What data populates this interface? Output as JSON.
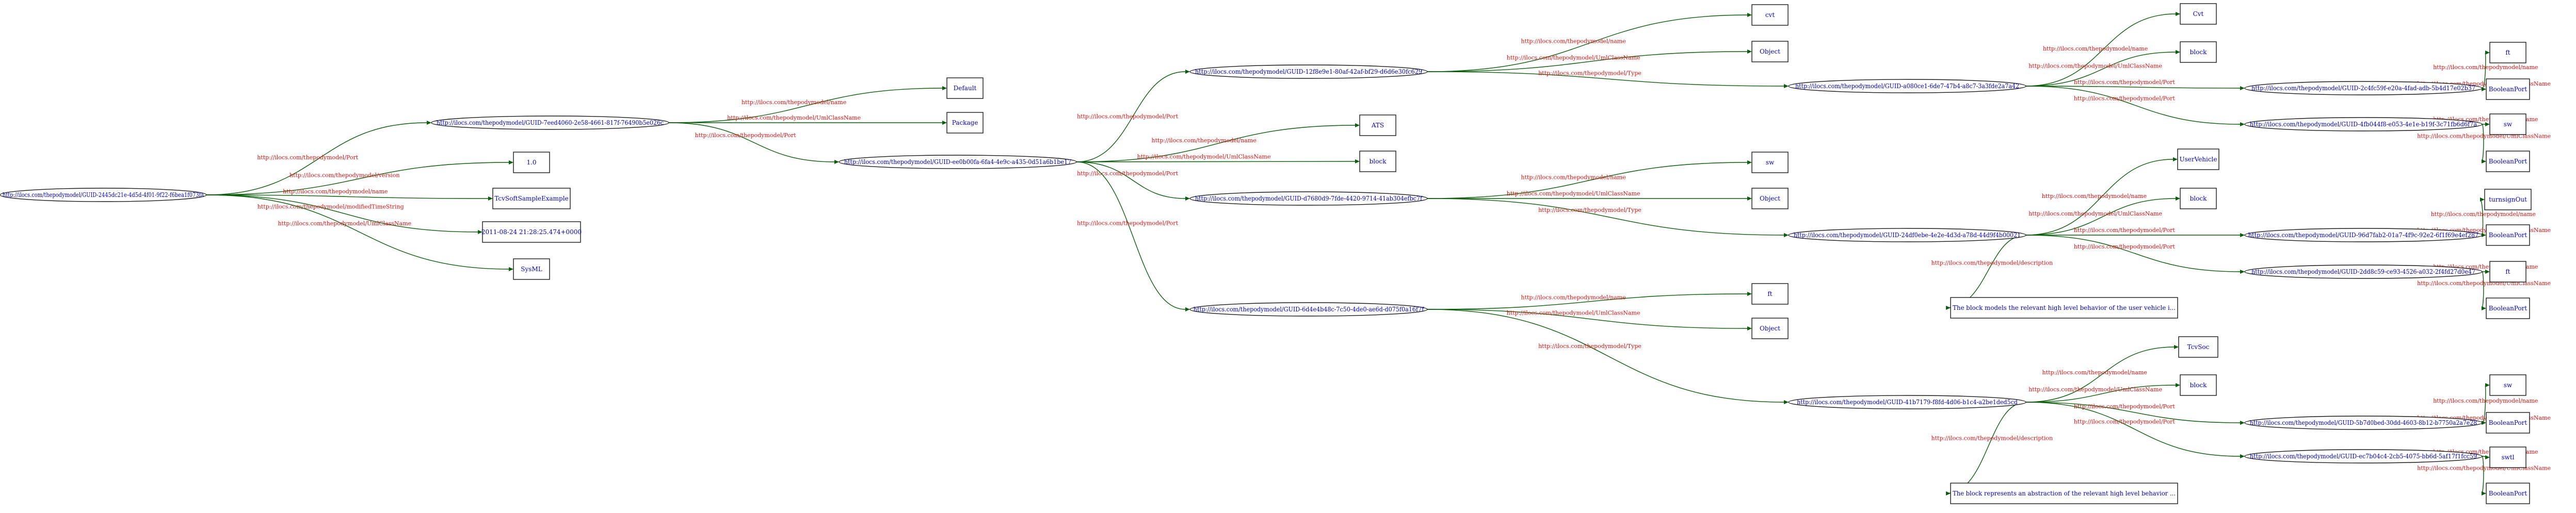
{
  "nodes": {
    "n0": {
      "text": "http://ilocs.com/thepodymodel/GUID-2445dc21e-4d5d-4f01-9f22-f6bea1f073fa",
      "shape": "ellipse"
    },
    "n1": {
      "text": "http://ilocs.com/thepodymodel/GUID-7eed4060-2e58-4661-817f-76490b5e026c",
      "shape": "ellipse"
    },
    "n2": {
      "text": "Default",
      "shape": "box"
    },
    "n3": {
      "text": "Package",
      "shape": "box"
    },
    "n4": {
      "text": "1.0",
      "shape": "box"
    },
    "n5": {
      "text": "TcvSoftSampleExample",
      "shape": "box"
    },
    "n6": {
      "text": "2011-08-24 21:28:25.474+0000",
      "shape": "box"
    },
    "n7": {
      "text": "SysML",
      "shape": "box"
    },
    "n8": {
      "text": "http://ilocs.com/thepodymodel/GUID-ee0b00fa-6fa4-4e9c-a435-0d51a6b1be17",
      "shape": "ellipse"
    },
    "n9": {
      "text": "http://ilocs.com/thepodymodel/GUID-12f8e9e1-80af-42af-bf29-d6d6e30fc629",
      "shape": "ellipse"
    },
    "n10": {
      "text": "cvt",
      "shape": "box"
    },
    "n11": {
      "text": "Object",
      "shape": "box"
    },
    "n12": {
      "text": "http://ilocs.com/thepodymodel/GUID-a080ce1-6de7-47b4-a8c7-3a3fde2a7a42",
      "shape": "ellipse"
    },
    "n13": {
      "text": "Cvt",
      "shape": "box"
    },
    "n14": {
      "text": "block",
      "shape": "box"
    },
    "n15": {
      "text": "http://ilocs.com/thepodymodel/GUID-2c4fc59f-e20a-4fad-adb-5b4d17e02b37",
      "shape": "ellipse"
    },
    "n16": {
      "text": "http://ilocs.com/thepodymodel/GUID-4fb044f8-e053-4e1e-b19f-3c71fb6d6f7a",
      "shape": "ellipse"
    },
    "n17": {
      "text": "ft",
      "shape": "box"
    },
    "n18": {
      "text": "BooleanPort",
      "shape": "box"
    },
    "n19": {
      "text": "sw",
      "shape": "box"
    },
    "n20": {
      "text": "BooleanPort",
      "shape": "box"
    },
    "n21": {
      "text": "ATS",
      "shape": "box"
    },
    "n22": {
      "text": "block",
      "shape": "box"
    },
    "n23": {
      "text": "http://ilocs.com/thepodymodel/GUID-d7680d9-7fde-4420-9714-41ab304efbc7f",
      "shape": "ellipse"
    },
    "n24": {
      "text": "sw",
      "shape": "box"
    },
    "n25": {
      "text": "Object",
      "shape": "box"
    },
    "n26": {
      "text": "http://ilocs.com/thepodymodel/GUID-24df0ebe-4e2e-4d3d-a78d-44d9f4b00021",
      "shape": "ellipse"
    },
    "n27": {
      "text": "UserVehicle",
      "shape": "box"
    },
    "n28": {
      "text": "block",
      "shape": "box"
    },
    "n29": {
      "text": "http://ilocs.com/thepodymodel/GUID-96d7fab2-01a7-4f9c-92e2-6f1f69e4ef287",
      "shape": "ellipse"
    },
    "n30": {
      "text": "http://ilocs.com/thepodymodel/GUID-2dd8c59-ce93-4526-a032-2f4fd27d0e47",
      "shape": "ellipse"
    },
    "n31": {
      "text": "The block models the relevant high level behavior of the user vehicle i...",
      "shape": "box"
    },
    "n32": {
      "text": "turnsignOut",
      "shape": "box"
    },
    "n33": {
      "text": "BooleanPort",
      "shape": "box"
    },
    "n34": {
      "text": "ft",
      "shape": "box"
    },
    "n35": {
      "text": "BooleanPort",
      "shape": "box"
    },
    "n36": {
      "text": "http://ilocs.com/thepodymodel/GUID-6d4e4b48c-7c50-4de0-ae6d-d075f0a16f7f",
      "shape": "ellipse"
    },
    "n37": {
      "text": "ft",
      "shape": "box"
    },
    "n38": {
      "text": "Object",
      "shape": "box"
    },
    "n39": {
      "text": "http://ilocs.com/thepodymodel/GUID-41b7179-f8fd-4d06-b1c4-a2be1ded5cd",
      "shape": "ellipse"
    },
    "n40": {
      "text": "TcvSoc",
      "shape": "box"
    },
    "n41": {
      "text": "block",
      "shape": "box"
    },
    "n42": {
      "text": "http://ilocs.com/thepodymodel/GUID-5b7d0bed-30dd-4603-8b12-b7750a2a7e28",
      "shape": "ellipse"
    },
    "n43": {
      "text": "http://ilocs.com/thepodymodel/GUID-ec7b04c4-2cb5-4075-bb6d-5af17f1fcc59",
      "shape": "ellipse"
    },
    "n44": {
      "text": "The block represents an abstraction of the relevant high level behavior ...",
      "shape": "box"
    },
    "n45": {
      "text": "sw",
      "shape": "box"
    },
    "n46": {
      "text": "BooleanPort",
      "shape": "box"
    },
    "n47": {
      "text": "swtl",
      "shape": "box"
    },
    "n48": {
      "text": "BooleanPort",
      "shape": "box"
    }
  },
  "edges": [
    {
      "from": "n0",
      "to": "n1",
      "label": "http://ilocs.com/thepodymodel/Port"
    },
    {
      "from": "n0",
      "to": "n4",
      "label": "http://ilocs.com/thepodymodel/version"
    },
    {
      "from": "n0",
      "to": "n5",
      "label": "http://ilocs.com/thepodymodel/name"
    },
    {
      "from": "n0",
      "to": "n6",
      "label": "http://ilocs.com/thepodymodel/modifiedTimeString"
    },
    {
      "from": "n0",
      "to": "n7",
      "label": "http://ilocs.com/thepodymodel/UmlClassName"
    },
    {
      "from": "n1",
      "to": "n2",
      "label": "http://ilocs.com/thepodymodel/name"
    },
    {
      "from": "n1",
      "to": "n3",
      "label": "http://ilocs.com/thepodymodel/UmlClassName"
    },
    {
      "from": "n1",
      "to": "n8",
      "label": "http://ilocs.com/thepodymodel/Port"
    },
    {
      "from": "n8",
      "to": "n9",
      "label": "http://ilocs.com/thepodymodel/Port"
    },
    {
      "from": "n8",
      "to": "n21",
      "label": "http://ilocs.com/thepodymodel/name"
    },
    {
      "from": "n8",
      "to": "n22",
      "label": "http://ilocs.com/thepodymodel/UmlClassName"
    },
    {
      "from": "n8",
      "to": "n23",
      "label": "http://ilocs.com/thepodymodel/Port"
    },
    {
      "from": "n8",
      "to": "n36",
      "label": "http://ilocs.com/thepodymodel/Port"
    },
    {
      "from": "n9",
      "to": "n10",
      "label": "http://ilocs.com/thepodymodel/name"
    },
    {
      "from": "n9",
      "to": "n11",
      "label": "http://ilocs.com/thepodymodel/UmlClassName"
    },
    {
      "from": "n9",
      "to": "n12",
      "label": "http://ilocs.com/thepodymodel/Type"
    },
    {
      "from": "n12",
      "to": "n13",
      "label": "http://ilocs.com/thepodymodel/name"
    },
    {
      "from": "n12",
      "to": "n14",
      "label": "http://ilocs.com/thepodymodel/UmlClassName"
    },
    {
      "from": "n12",
      "to": "n15",
      "label": "http://ilocs.com/thepodymodel/Port"
    },
    {
      "from": "n12",
      "to": "n16",
      "label": "http://ilocs.com/thepodymodel/Port"
    },
    {
      "from": "n15",
      "to": "n17",
      "label": "http://ilocs.com/thepodymodel/name"
    },
    {
      "from": "n15",
      "to": "n18",
      "label": "http://ilocs.com/thepodymodel/UmlClassName"
    },
    {
      "from": "n16",
      "to": "n19",
      "label": "http://ilocs.com/thepodymodel/name"
    },
    {
      "from": "n16",
      "to": "n20",
      "label": "http://ilocs.com/thepodymodel/UmlClassName"
    },
    {
      "from": "n23",
      "to": "n24",
      "label": "http://ilocs.com/thepodymodel/name"
    },
    {
      "from": "n23",
      "to": "n25",
      "label": "http://ilocs.com/thepodymodel/UmlClassName"
    },
    {
      "from": "n23",
      "to": "n26",
      "label": "http://ilocs.com/thepodymodel/Type"
    },
    {
      "from": "n26",
      "to": "n27",
      "label": "http://ilocs.com/thepodymodel/name"
    },
    {
      "from": "n26",
      "to": "n28",
      "label": "http://ilocs.com/thepodymodel/UmlClassName"
    },
    {
      "from": "n26",
      "to": "n29",
      "label": "http://ilocs.com/thepodymodel/Port"
    },
    {
      "from": "n26",
      "to": "n30",
      "label": "http://ilocs.com/thepodymodel/Port"
    },
    {
      "from": "n26",
      "to": "n31",
      "label": "http://ilocs.com/thepodymodel/description"
    },
    {
      "from": "n29",
      "to": "n32",
      "label": "http://ilocs.com/thepodymodel/name"
    },
    {
      "from": "n29",
      "to": "n33",
      "label": "http://ilocs.com/thepodymodel/UmlClassName"
    },
    {
      "from": "n30",
      "to": "n34",
      "label": "http://ilocs.com/thepodymodel/name"
    },
    {
      "from": "n30",
      "to": "n35",
      "label": "http://ilocs.com/thepodymodel/UmlClassName"
    },
    {
      "from": "n36",
      "to": "n37",
      "label": "http://ilocs.com/thepodymodel/name"
    },
    {
      "from": "n36",
      "to": "n38",
      "label": "http://ilocs.com/thepodymodel/UmlClassName"
    },
    {
      "from": "n36",
      "to": "n39",
      "label": "http://ilocs.com/thepodymodel/Type"
    },
    {
      "from": "n39",
      "to": "n40",
      "label": "http://ilocs.com/thepodymodel/name"
    },
    {
      "from": "n39",
      "to": "n41",
      "label": "http://ilocs.com/thepodymodel/UmlClassName"
    },
    {
      "from": "n39",
      "to": "n42",
      "label": "http://ilocs.com/thepodymodel/Port"
    },
    {
      "from": "n39",
      "to": "n43",
      "label": "http://ilocs.com/thepodymodel/Port"
    },
    {
      "from": "n39",
      "to": "n44",
      "label": "http://ilocs.com/thepodymodel/description"
    },
    {
      "from": "n42",
      "to": "n45",
      "label": "http://ilocs.com/thepodymodel/name"
    },
    {
      "from": "n42",
      "to": "n46",
      "label": "http://ilocs.com/thepodymodel/UmlClassName"
    },
    {
      "from": "n43",
      "to": "n47",
      "label": "http://ilocs.com/thepodymodel/name"
    },
    {
      "from": "n43",
      "to": "n48",
      "label": "http://ilocs.com/thepodymodel/UmlClassName"
    }
  ]
}
